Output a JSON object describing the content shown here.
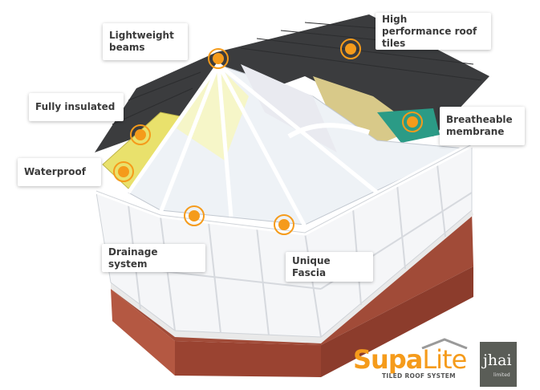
{
  "labels": {
    "lightweight_beams": "Lightweight beams",
    "high_performance": "High performance roof tiles",
    "fully_insulated": "Fully insulated",
    "breatheable": "Breatheable membrane",
    "waterproof": "Waterproof",
    "drainage": "Drainage system",
    "fascia": "Unique Fascia"
  },
  "logo": {
    "brand_part1": "Supa",
    "brand_part2": "Lite",
    "tagline": "TILED ROOF SYSTEM",
    "partner": "jhai",
    "partner_sub": "limited"
  },
  "colors": {
    "accent": "#f59b1b",
    "roof_tiles": "#3b3c3e",
    "brick": "#a14b38",
    "insulation": "#e9e16c",
    "membrane": "#2b9b86"
  }
}
